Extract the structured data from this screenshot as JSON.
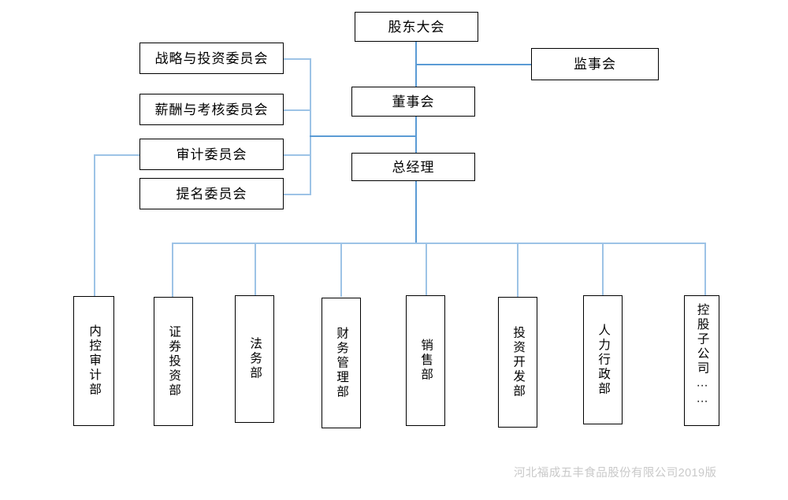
{
  "chart_title": "",
  "colors": {
    "connector": "#5b9bd5",
    "connector_pale": "#9dc3e6",
    "box_border": "#000000",
    "box_fill": "#ffffff",
    "text": "#000000",
    "footer_text": "#c9c9c9",
    "background": "#ffffff"
  },
  "governance": {
    "shareholders_meeting": "股东大会",
    "board_of_supervisors": "监事会",
    "board_of_directors": "董事会",
    "general_manager": "总经理"
  },
  "committees": [
    {
      "label": "战略与投资委员会"
    },
    {
      "label": "薪酬与考核委员会"
    },
    {
      "label": "审计委员会"
    },
    {
      "label": "提名委员会"
    }
  ],
  "departments": [
    {
      "label": "内控审计部"
    },
    {
      "label": "证券投资部"
    },
    {
      "label": "法务部"
    },
    {
      "label": "财务管理部"
    },
    {
      "label": "销售部"
    },
    {
      "label": "投资开发部"
    },
    {
      "label": "人力行政部"
    },
    {
      "label": "控股子公司……"
    }
  ],
  "footer": {
    "text": "河北福成五丰食品股份有限公司2019版"
  }
}
